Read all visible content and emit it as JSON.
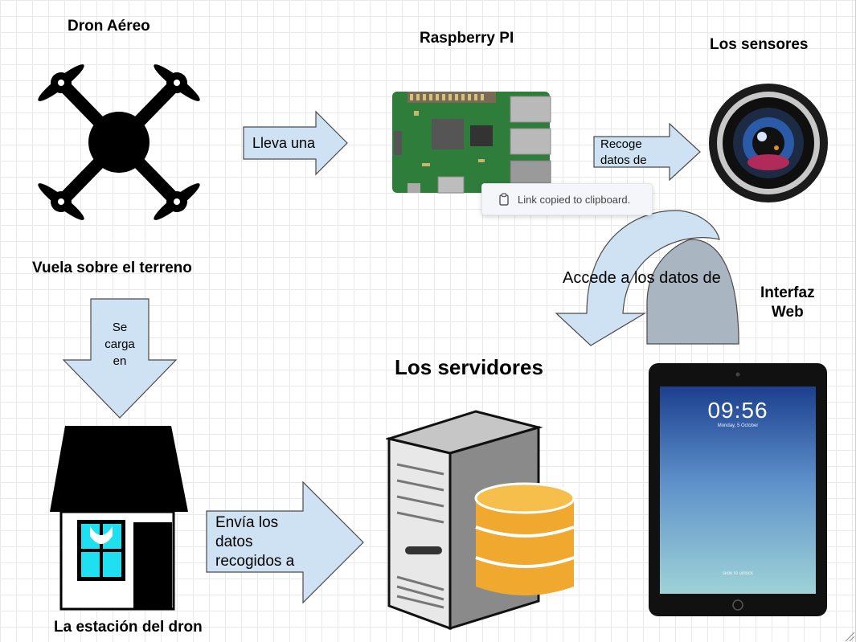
{
  "labels": {
    "dron": "Dron Aéreo",
    "raspberry": "Raspberry PI",
    "sensores": "Los sensores",
    "vuela": "Vuela sobre el terreno",
    "interfaz": "Interfaz\nWeb",
    "servidores": "Los servidores",
    "estacion": "La estación del dron"
  },
  "arrows": {
    "lleva": "Lleva una",
    "recoge": "Recoge\ndatos de",
    "accede": "Accede a los datos de",
    "se_carga": "Se\ncarga\nen",
    "envia": "Envía los\ndatos\nrecogidos a"
  },
  "toast": {
    "text": "Link copied to clipboard."
  },
  "tablet": {
    "time": "09:56",
    "date": "Monday, 5 October",
    "unlock": "slide to unlock"
  },
  "colors": {
    "arrow_fill": "#cfe2f3",
    "arrow_stroke": "#4a4a4a",
    "curve_back": "#a9b6c2",
    "disk": "#f0a92e"
  }
}
